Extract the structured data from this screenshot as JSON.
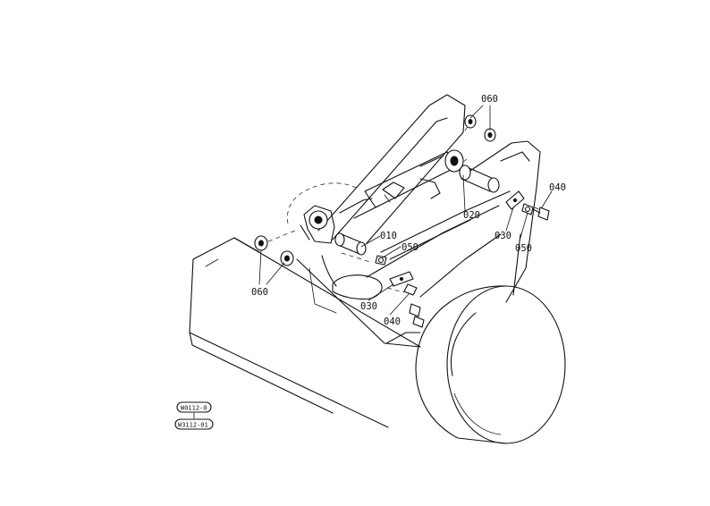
{
  "callouts": {
    "c010": "010",
    "c020": "020",
    "c030a": "030",
    "c030b": "030",
    "c040a": "040",
    "c040b": "040",
    "c050a": "050",
    "c050b": "050",
    "c060a": "060",
    "c060b": "060"
  },
  "stamps": {
    "top": "W0112-0",
    "bottom": "W3112-01"
  },
  "colors": {
    "ink": "#111111",
    "paper": "#ffffff"
  }
}
